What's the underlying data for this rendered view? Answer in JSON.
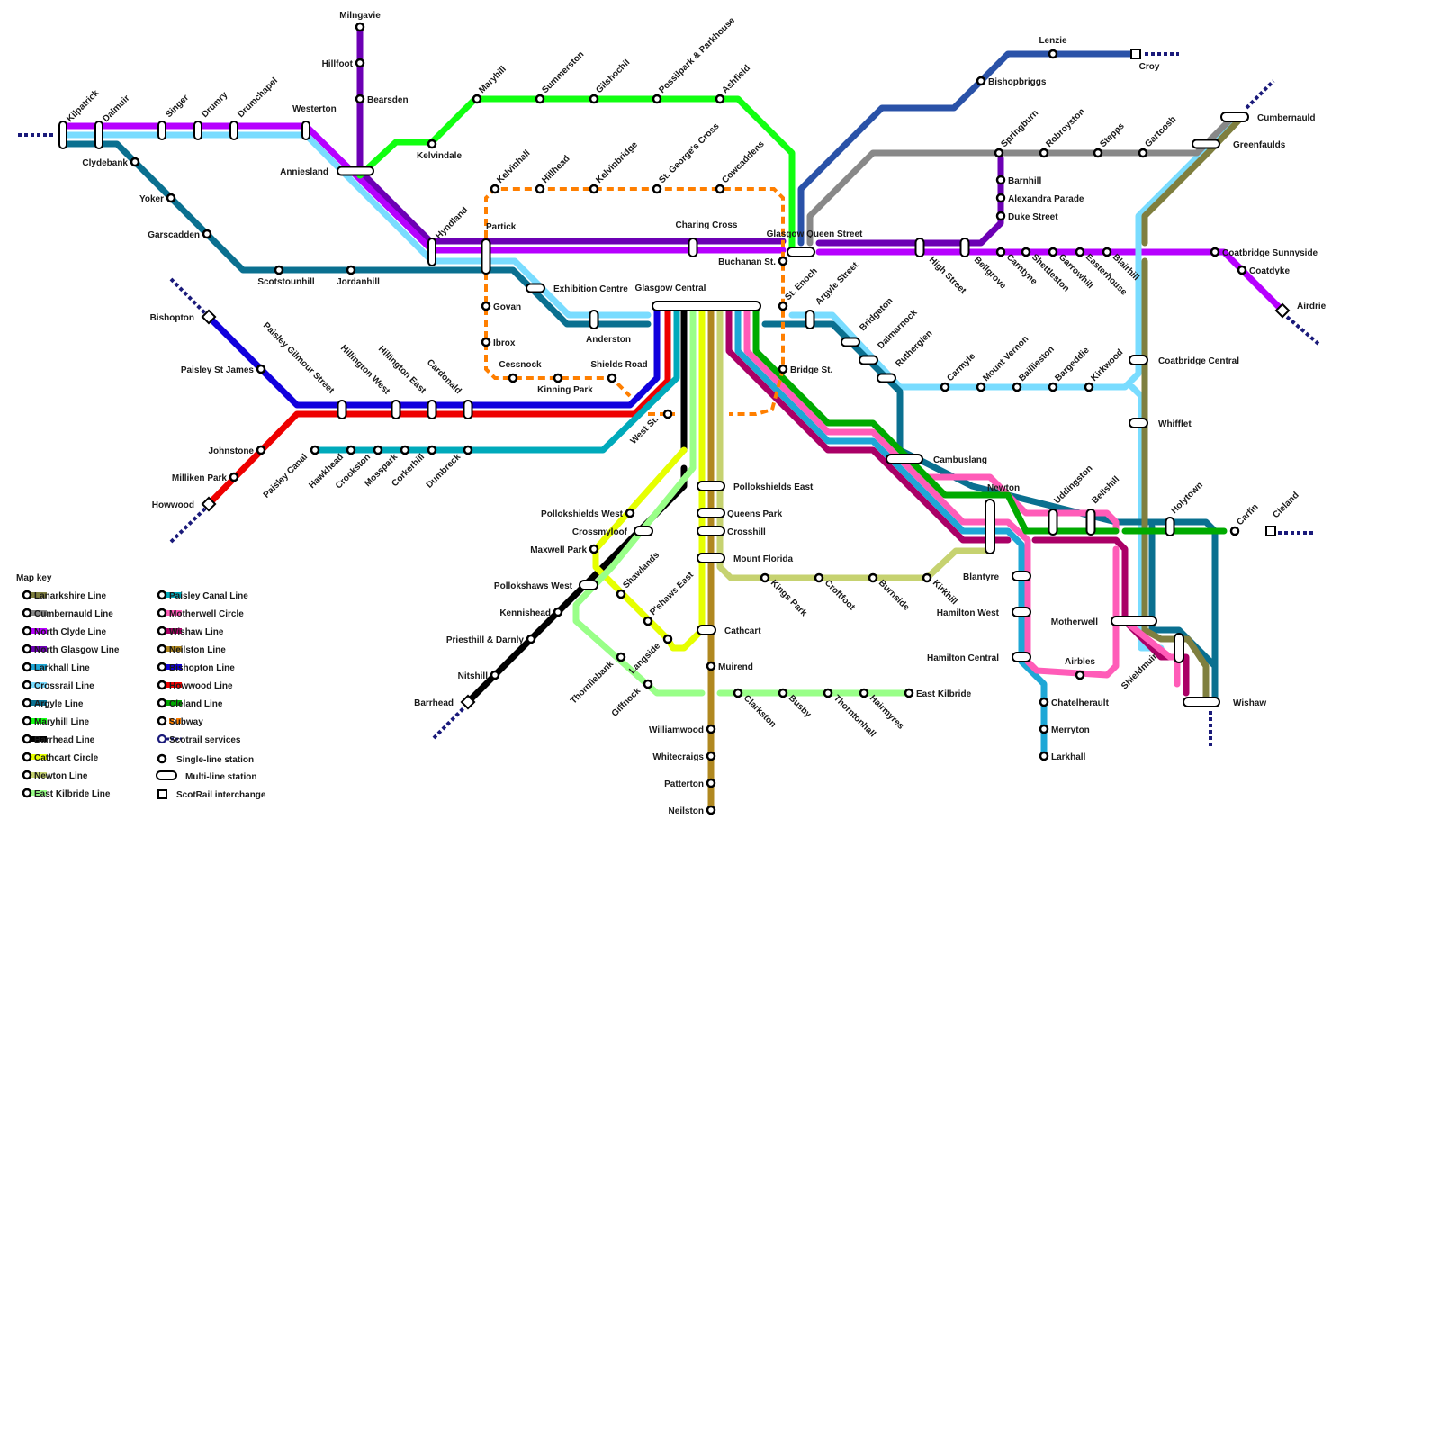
{
  "lines": [
    {
      "name": "Lanarkshire Line",
      "color": "#7f7f3f"
    },
    {
      "name": "Cumbernauld Line",
      "color": "#888888"
    },
    {
      "name": "North Clyde Line",
      "color": "#b600ff"
    },
    {
      "name": "North Glasgow Line",
      "color": "#6c00b4"
    },
    {
      "name": "Larkhall Line",
      "color": "#1ea7d6"
    },
    {
      "name": "Crossrail Line",
      "color": "#79dcff"
    },
    {
      "name": "Argyle Line",
      "color": "#0a7090"
    },
    {
      "name": "Maryhill Line",
      "color": "#11ff11"
    },
    {
      "name": "Barrhead Line",
      "color": "#000000"
    },
    {
      "name": "Cathcart Circle",
      "color": "#e6ff00"
    },
    {
      "name": "Newton Line",
      "color": "#c6d270"
    },
    {
      "name": "East Kilbride Line",
      "color": "#99ff88"
    },
    {
      "name": "Paisley Canal Line",
      "color": "#00aabb"
    },
    {
      "name": "Motherwell Circle",
      "color": "#ff5cb8"
    },
    {
      "name": "Wishaw Line",
      "color": "#aa0066"
    },
    {
      "name": "Neilston Line",
      "color": "#b08820"
    },
    {
      "name": "Bishopton Line",
      "color": "#1100dd"
    },
    {
      "name": "Howwood Line",
      "color": "#ee0000"
    },
    {
      "name": "Cleland Line",
      "color": "#00aa00"
    },
    {
      "name": "Subway",
      "color": "#ff7f00"
    },
    {
      "name": "Scotrail services",
      "color": "#1a1a7a"
    }
  ],
  "map_key": {
    "title": "Map key",
    "single_station": "Single-line station",
    "multi_station": "Multi-line station",
    "scotrail_interchange": "ScotRail interchange"
  },
  "stations": {
    "milngavie": "Milngavie",
    "hillfoot": "Hillfoot",
    "bearsden": "Bearsden",
    "kilpatrick": "Kilpatrick",
    "dalmuir": "Dalmuir",
    "singer": "Singer",
    "drumry": "Drumry",
    "drumchapel": "Drumchapel",
    "westerton": "Westerton",
    "anniesland": "Anniesland",
    "clydebank": "Clydebank",
    "yoker": "Yoker",
    "garscadden": "Garscadden",
    "scotstounhill": "Scotstounhill",
    "jordanhill": "Jordanhill",
    "hyndland": "Hyndland",
    "partick": "Partick",
    "kelvindale": "Kelvindale",
    "maryhill": "Maryhill",
    "summerston": "Summerston",
    "gilshochil": "Gilshochil",
    "possilpark": "Possilpark & Parkhouse",
    "ashfield": "Ashfield",
    "kelvinhall": "Kelvinhall",
    "hillhead": "Hillhead",
    "kelvinbridge": "Kelvinbridge",
    "st_georges_cross": "St. George's Cross",
    "cowcaddens": "Cowcaddens",
    "charing_cross": "Charing Cross",
    "glasgow_queen_street": "Glasgow Queen Street",
    "buchanan_st": "Buchanan St.",
    "st_enoch": "St. Enoch",
    "bridge_st": "Bridge St.",
    "exhibition_centre": "Exhibition Centre",
    "anderston": "Anderston",
    "glasgow_central": "Glasgow Central",
    "govan": "Govan",
    "ibrox": "Ibrox",
    "cessnock": "Cessnock",
    "kinning_park": "Kinning Park",
    "shields_road": "Shields Road",
    "west_st": "West St.",
    "bishopton": "Bishopton",
    "paisley_st_james": "Paisley St James",
    "paisley_gilmour_street": "Paisley Gilmour Street",
    "hillington_west": "Hillington West",
    "hillington_east": "Hillington East",
    "cardonald": "Cardonald",
    "johnstone": "Johnstone",
    "milliken_park": "Milliken Park",
    "howwood": "Howwood",
    "paisley_canal": "Paisley Canal",
    "hawkhead": "Hawkhead",
    "crookston": "Crookston",
    "mosspark": "Mosspark",
    "corkerhill": "Corkerhill",
    "dumbreck": "Dumbreck",
    "lenzie": "Lenzie",
    "croy": "Croy",
    "bishopbriggs": "Bishopbriggs",
    "springburn": "Springburn",
    "robroyston": "Robroyston",
    "stepps": "Stepps",
    "gartcosh": "Gartcosh",
    "cumbernauld": "Cumbernauld",
    "greenfaulds": "Greenfaulds",
    "barnhill": "Barnhill",
    "alexandra_parade": "Alexandra Parade",
    "duke_street": "Duke Street",
    "high_street": "High Street",
    "bellgrove": "Bellgrove",
    "carntyne": "Carntyne",
    "shettleston": "Shettleston",
    "garrowhill": "Garrowhill",
    "easterhouse": "Easterhouse",
    "blairhill": "Blairhill",
    "coatbridge_sunnyside": "Coatbridge Sunnyside",
    "coatdyke": "Coatdyke",
    "airdrie": "Airdrie",
    "argyle_street": "Argyle Street",
    "bridgeton": "Bridgeton",
    "dalmarnock": "Dalmarnock",
    "rutherglen": "Rutherglen",
    "carmyle": "Carmyle",
    "mount_vernon": "Mount Vernon",
    "baillieston": "Baillieston",
    "bargeddie": "Bargeddie",
    "kirkwood": "Kirkwood",
    "coatbridge_central": "Coatbridge Central",
    "whifflet": "Whifflet",
    "cambuslang": "Cambuslang",
    "newton": "Newton",
    "uddingston": "Uddingston",
    "bellshill": "Bellshill",
    "holytown": "Holytown",
    "carfin": "Carfin",
    "cleland": "Cleland",
    "blantyre": "Blantyre",
    "hamilton_west": "Hamilton West",
    "hamilton_central": "Hamilton Central",
    "airbles": "Airbles",
    "motherwell": "Motherwell",
    "shieldmuir": "Shieldmuir",
    "wishaw": "Wishaw",
    "chatelherault": "Chatelherault",
    "merryton": "Merryton",
    "larkhall": "Larkhall",
    "pollokshields_east": "Pollokshields East",
    "queens_park": "Queens Park",
    "crosshill": "Crosshill",
    "mount_florida": "Mount Florida",
    "kings_park": "Kings Park",
    "croftfoot": "Croftfoot",
    "burnside": "Burnside",
    "kirkhill": "Kirkhill",
    "cathcart": "Cathcart",
    "muirend": "Muirend",
    "williamwood": "Williamwood",
    "whitecraigs": "Whitecraigs",
    "patterton": "Patterton",
    "neilston": "Neilston",
    "pollokshields_west": "Pollokshields West",
    "crossmyloof": "Crossmyloof",
    "maxwell_park": "Maxwell Park",
    "pollokshaws_west": "Pollokshaws West",
    "shawlands": "Shawlands",
    "kennishead": "Kennishead",
    "pshaws_east": "P'shaws East",
    "priesthill_darnly": "Priesthill & Darnly",
    "langside": "Langside",
    "thornliebank": "Thornliebank",
    "nitshill": "Nitshill",
    "giffnock": "Giffnock",
    "barrhead": "Barrhead",
    "clarkston": "Clarkston",
    "busby": "Busby",
    "thorntonhall": "Thorntonhall",
    "hairmyres": "Hairmyres",
    "east_kilbride": "East Kilbride"
  }
}
